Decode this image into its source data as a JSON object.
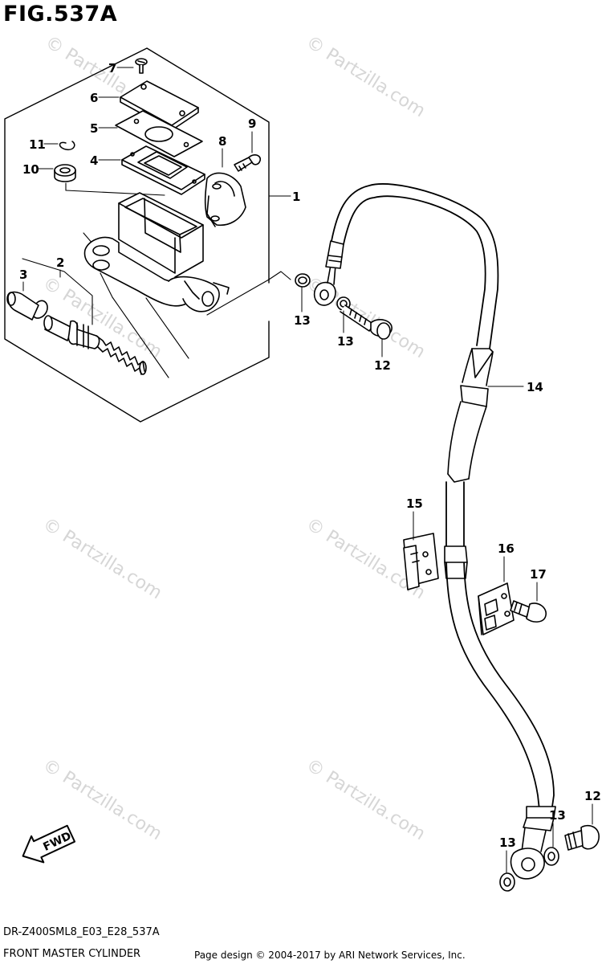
{
  "figure_title": "FIG.537A",
  "diagram_code": "DR-Z400SML8_E03_E28_537A",
  "diagram_subtitle": "FRONT MASTER CYLINDER",
  "credit": "Page design © 2004-2017 by ARI Network Services, Inc.",
  "direction_label": "FWD",
  "watermark": "© Partzilla.com",
  "callouts": [
    "1",
    "2",
    "3",
    "4",
    "5",
    "6",
    "7",
    "8",
    "9",
    "10",
    "11",
    "12",
    "12",
    "13",
    "13",
    "13",
    "13",
    "14",
    "15",
    "16",
    "17"
  ]
}
